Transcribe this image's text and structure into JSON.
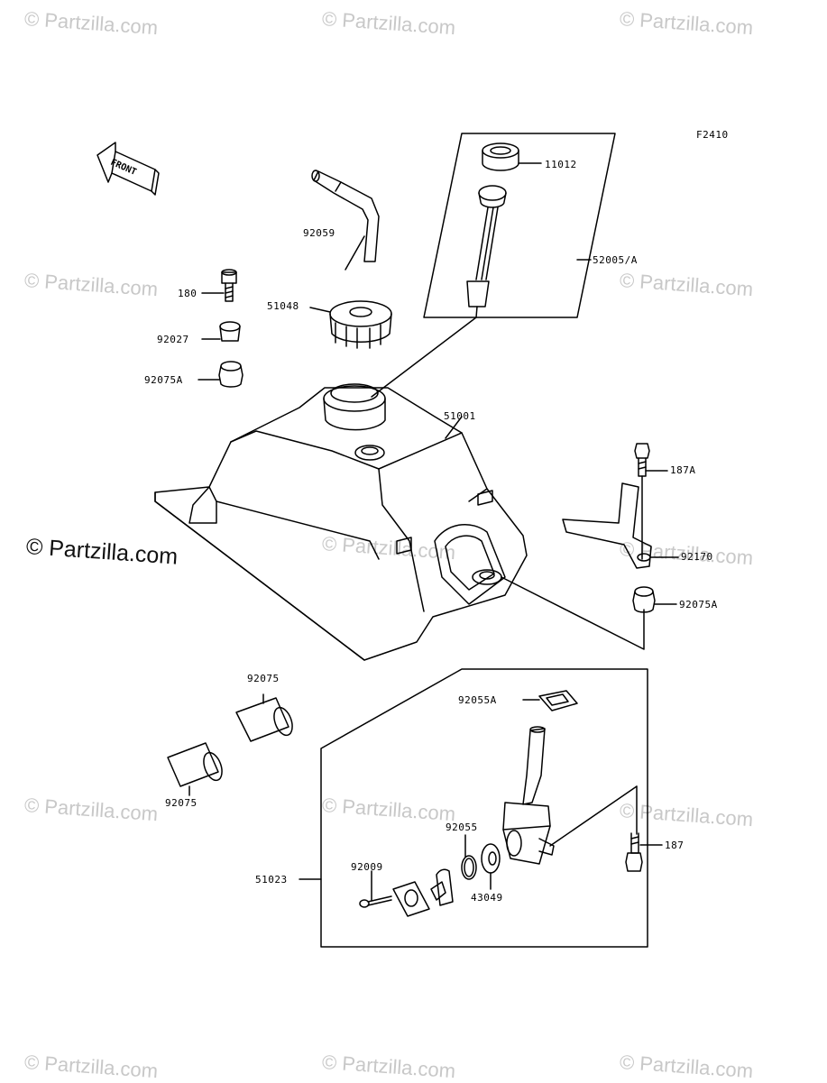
{
  "figure_code": "F2410",
  "front_label": "FRONT",
  "watermark_text": "© Partzilla.com",
  "parts": {
    "p11012": "11012",
    "p52005a": "52005/A",
    "p92059": "92059",
    "p180": "180",
    "p51048": "51048",
    "p92027": "92027",
    "p92075a_left": "92075A",
    "p51001": "51001",
    "p187a": "187A",
    "p92170": "92170",
    "p92075a_right": "92075A",
    "p92075_top": "92075",
    "p92075_bottom": "92075",
    "p92055a": "92055A",
    "p92055": "92055",
    "p187": "187",
    "p51023": "51023",
    "p92009": "92009",
    "p43049": "43049"
  },
  "colors": {
    "line": "#000000",
    "watermark": "#c8c8c8"
  }
}
